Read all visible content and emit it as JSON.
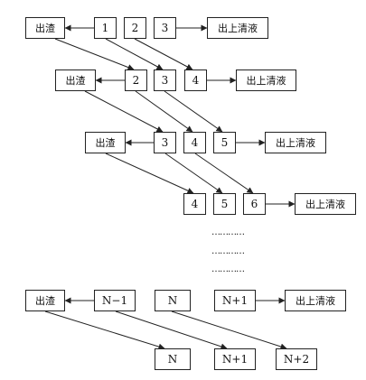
{
  "labels": {
    "residue": "出渣",
    "clear_liquid": "出上清液"
  },
  "stages": [
    {
      "boxes": [
        "1",
        "2",
        "3"
      ]
    },
    {
      "boxes": [
        "2",
        "3",
        "4"
      ]
    },
    {
      "boxes": [
        "3",
        "4",
        "5"
      ]
    },
    {
      "boxes": [
        "4",
        "5",
        "6"
      ]
    },
    {
      "boxes": [
        "N−1",
        "N",
        "N+1"
      ]
    },
    {
      "boxes": [
        "N",
        "N+1",
        "N+2"
      ]
    }
  ],
  "ellipsis": [
    "…………",
    "…………",
    "…………"
  ],
  "colors": {
    "line": "#222222",
    "background": "#ffffff"
  }
}
